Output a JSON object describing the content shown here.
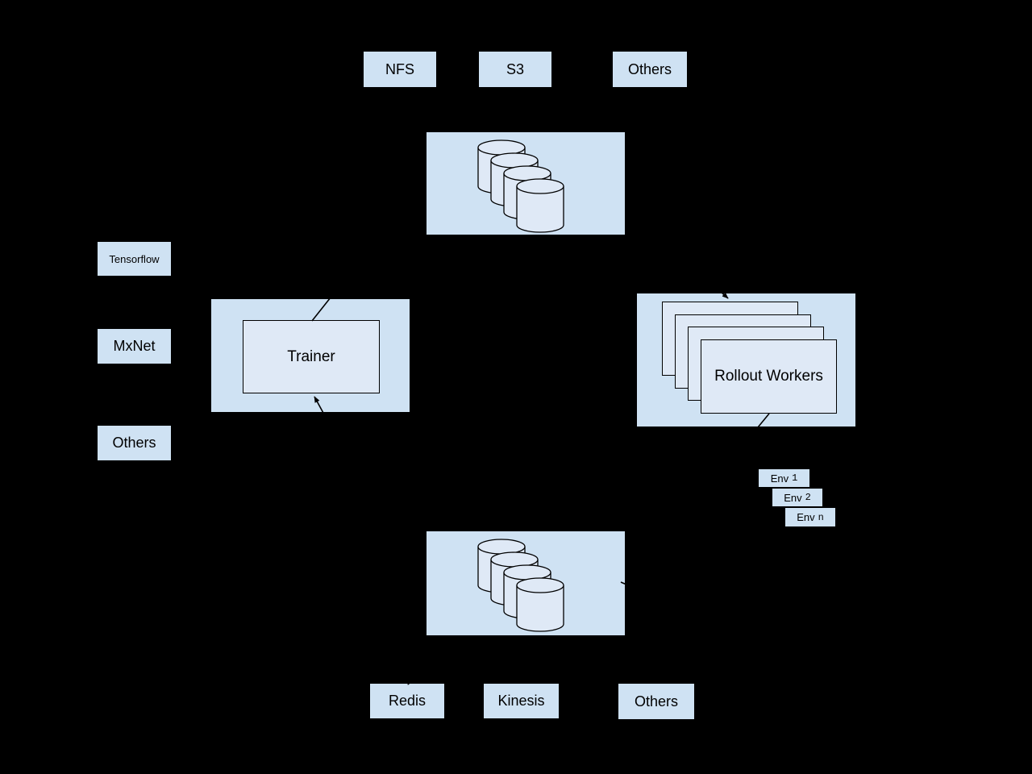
{
  "diagram": {
    "background_color": "#000000",
    "box_fill_color": "#cfe2f3",
    "shape_fill_color": "#dfe9f6",
    "line_color": "#000000",
    "text_color": "#000000"
  },
  "model_storage_sources": [
    {
      "label": "NFS"
    },
    {
      "label": "S3"
    },
    {
      "label": "Others"
    }
  ],
  "model_storage": {
    "cylinder_count": 4
  },
  "frameworks": [
    {
      "label": "Tensorflow"
    },
    {
      "label": "MxNet"
    },
    {
      "label": "Others"
    }
  ],
  "trainer": {
    "label": "Trainer"
  },
  "rollout_workers": {
    "label": "Rollout Workers",
    "stack_count": 4
  },
  "environments": [
    {
      "label": "Env",
      "index": "1"
    },
    {
      "label": "Env",
      "index": "2"
    },
    {
      "label": "Env",
      "index": "n"
    }
  ],
  "data_storage": {
    "cylinder_count": 4
  },
  "data_storage_backends": [
    {
      "label": "Redis"
    },
    {
      "label": "Kinesis"
    },
    {
      "label": "Others"
    }
  ]
}
